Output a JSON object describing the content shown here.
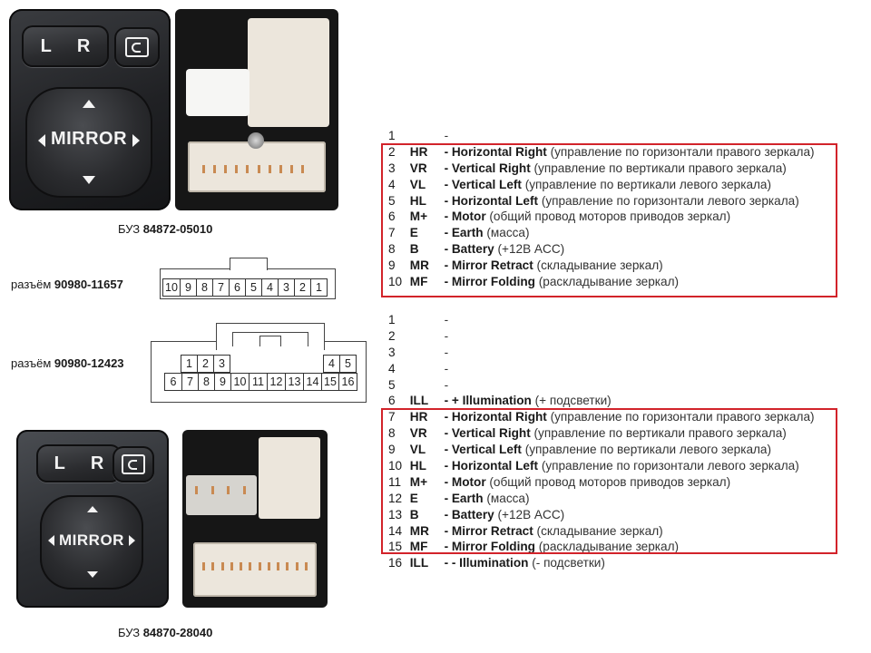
{
  "switch_top": {
    "left_right_keys": [
      "L",
      "R"
    ],
    "mirror_label": "MIRROR",
    "fold_icon": "mirror-fold-icon"
  },
  "switch_bottom": {
    "left_right_keys": [
      "L",
      "R"
    ],
    "mirror_label": "MIRROR",
    "fold_icon": "mirror-fold-icon"
  },
  "caption_top": {
    "prefix": "БУЗ",
    "part": "84872-05010"
  },
  "caption_bottom": {
    "prefix": "БУЗ",
    "part": "84870-28040"
  },
  "connector_10": {
    "prefix": "разъём",
    "part": "90980-11657",
    "pins": [
      "10",
      "9",
      "8",
      "7",
      "6",
      "5",
      "4",
      "3",
      "2",
      "1"
    ]
  },
  "connector_16": {
    "prefix": "разъём",
    "part": "90980-12423",
    "top_left_pins": [
      "1",
      "2",
      "3"
    ],
    "top_right_pins": [
      "4",
      "5"
    ],
    "bottom_pins": [
      "6",
      "7",
      "8",
      "9",
      "10",
      "11",
      "12",
      "13",
      "14",
      "15",
      "16"
    ]
  },
  "pinout_10": [
    {
      "num": "1",
      "code": "",
      "name": "",
      "desc": "-"
    },
    {
      "num": "2",
      "code": "HR",
      "name": "- Horizontal Right",
      "desc": " (управление по горизонтали правого зеркала)"
    },
    {
      "num": "3",
      "code": "VR",
      "name": "- Vertical Right",
      "desc": " (управление по вертикали правого зеркала)"
    },
    {
      "num": "4",
      "code": "VL",
      "name": "- Vertical Left",
      "desc": " (управление по вертикали левого зеркала)"
    },
    {
      "num": "5",
      "code": "HL",
      "name": "- Horizontal Left",
      "desc": " (управление по горизонтали левого зеркала)"
    },
    {
      "num": "6",
      "code": "M+",
      "name": "- Motor",
      "desc": " (общий провод моторов приводов зеркал)"
    },
    {
      "num": "7",
      "code": "E",
      "name": "- Earth",
      "desc": " (масса)"
    },
    {
      "num": "8",
      "code": "B",
      "name": "- Battery",
      "desc": " (+12В ACC)"
    },
    {
      "num": "9",
      "code": "MR",
      "name": "- Mirror Retract",
      "desc": " (складывание зеркал)"
    },
    {
      "num": "10",
      "code": "MF",
      "name": "- Mirror Folding",
      "desc": " (раскладывание зеркал)"
    }
  ],
  "pinout_16": [
    {
      "num": "1",
      "code": "",
      "name": "",
      "desc": "-"
    },
    {
      "num": "2",
      "code": "",
      "name": "",
      "desc": "-"
    },
    {
      "num": "3",
      "code": "",
      "name": "",
      "desc": "-"
    },
    {
      "num": "4",
      "code": "",
      "name": "",
      "desc": "-"
    },
    {
      "num": "5",
      "code": "",
      "name": "",
      "desc": "-"
    },
    {
      "num": "6",
      "code": "ILL",
      "name": "- + Illumination",
      "desc": " (+ подсветки)"
    },
    {
      "num": "7",
      "code": "HR",
      "name": "- Horizontal Right",
      "desc": " (управление по горизонтали правого зеркала)"
    },
    {
      "num": "8",
      "code": "VR",
      "name": "- Vertical Right",
      "desc": " (управление по вертикали правого зеркала)"
    },
    {
      "num": "9",
      "code": "VL",
      "name": "- Vertical Left",
      "desc": " (управление по вертикали левого зеркала)"
    },
    {
      "num": "10",
      "code": "HL",
      "name": "- Horizontal Left",
      "desc": " (управление по горизонтали левого зеркала)"
    },
    {
      "num": "11",
      "code": "M+",
      "name": "- Motor",
      "desc": " (общий провод моторов приводов зеркал)"
    },
    {
      "num": "12",
      "code": "E",
      "name": "- Earth",
      "desc": " (масса)"
    },
    {
      "num": "13",
      "code": "B",
      "name": "- Battery",
      "desc": " (+12В ACC)"
    },
    {
      "num": "14",
      "code": "MR",
      "name": "- Mirror Retract",
      "desc": " (складывание зеркал)"
    },
    {
      "num": "15",
      "code": "MF",
      "name": "- Mirror Folding",
      "desc": " (раскладывание зеркал)"
    },
    {
      "num": "16",
      "code": "ILL",
      "name": "- - Illumination",
      "desc": " (- подсветки)"
    }
  ],
  "colors": {
    "highlight": "#d2232a",
    "switch_body": "#202124",
    "connector_housing": "#ece6dc",
    "pin_metal": "#c98a52"
  }
}
